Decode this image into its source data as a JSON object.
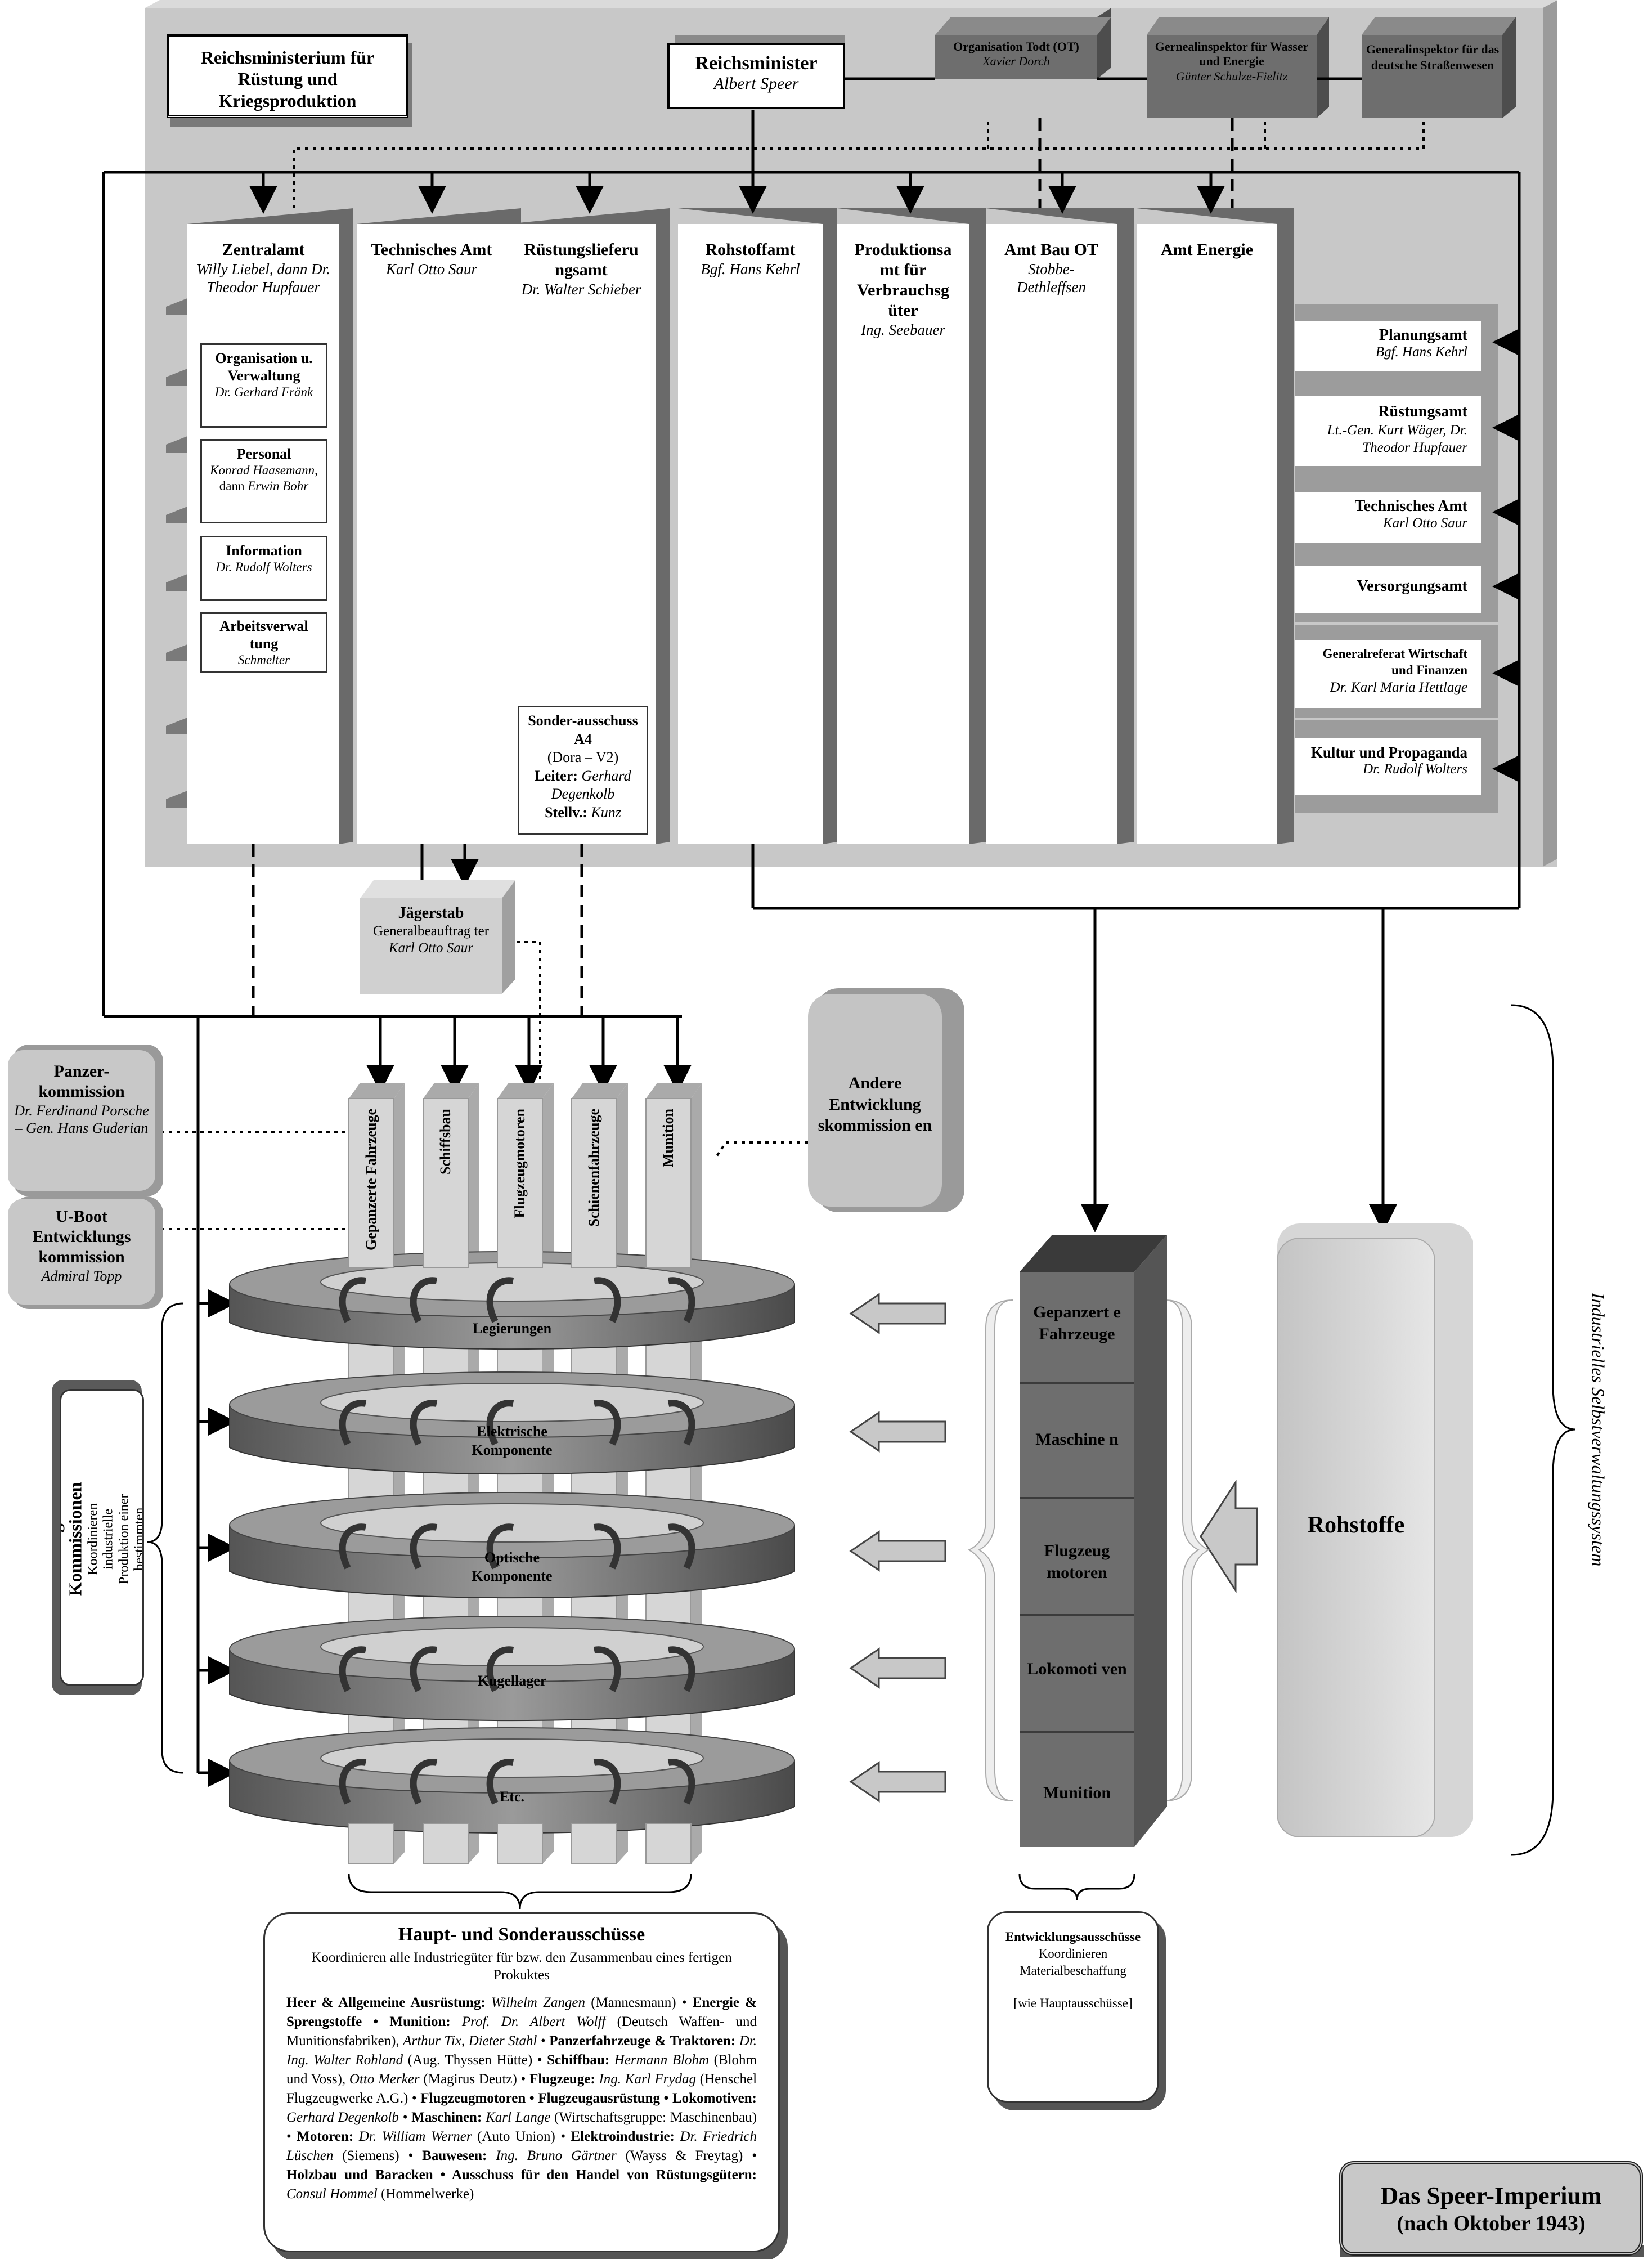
{
  "ministry": {
    "title": "Reichsministerium für Rüstung und Kriegsproduktion",
    "minister_role": "Reichsminister",
    "minister_name": "Albert Speer"
  },
  "top_boxes": [
    {
      "title": "Organisation Todt (OT)",
      "person": "Xavier Dorch"
    },
    {
      "title": "Gernealinspektor für Wasser und Energie",
      "person": "Günter Schulze-Fielitz"
    },
    {
      "title": "Generalinspektor für das deutsche Straßenwesen",
      "person": ""
    }
  ],
  "columns": [
    {
      "title": "Zentralamt",
      "person": "Willy Liebel, dann Dr. Theodor Hupfauer"
    },
    {
      "title": "Technisches Amt",
      "person": "Karl Otto Saur"
    },
    {
      "title": "Rüstungslieferu ngsamt",
      "person": "Dr. Walter Schieber"
    },
    {
      "title": "Rohstoffamt",
      "person": "Bgf. Hans Kehrl"
    },
    {
      "title": "Produktionsa mt für Verbrauchsg üter",
      "person": "Ing. Seebauer"
    },
    {
      "title": "Amt Bau OT",
      "person": "Stobbe-Dethleffsen"
    },
    {
      "title": "Amt Energie",
      "person": ""
    }
  ],
  "zentralamt_sub": [
    {
      "title": "Organisation u. Verwaltung",
      "person": "Dr. Gerhard Fränk"
    },
    {
      "title": "Personal",
      "person": "Konrad Haasemann,",
      "extra_plain": "dann",
      "extra_person": "Erwin Bohr"
    },
    {
      "title": "Information",
      "person": "Dr. Rudolf Wolters"
    },
    {
      "title": "Arbeitsverwal tung",
      "person": "Schmelter"
    }
  ],
  "sonder": {
    "title": "Sonder-ausschuss A4",
    "sub": "(Dora – V2)",
    "leiter_label": "Leiter:",
    "leiter": "Gerhard Degenkolb",
    "stellv_label": "Stellv.:",
    "stellv": "Kunz"
  },
  "right_offices": [
    {
      "title": "Planungsamt",
      "person": "Bgf. Hans Kehrl"
    },
    {
      "title": "Rüstungsamt",
      "person": "Lt.-Gen. Kurt Wäger, Dr. Theodor Hupfauer"
    },
    {
      "title": "Technisches Amt",
      "person": "Karl Otto Saur"
    },
    {
      "title": "Versorgungsamt",
      "person": ""
    },
    {
      "title": "Generalreferat Wirtschaft und Finanzen",
      "person": "Dr. Karl Maria Hettlage"
    },
    {
      "title": "Kultur und Propaganda",
      "person": "Dr. Rudolf Wolters"
    }
  ],
  "jaegerstab": {
    "title": "Jägerstab",
    "sub": "Generalbeauftrag ter",
    "person": "Karl Otto Saur"
  },
  "kommissionen": [
    {
      "title": "Panzer-kommission",
      "person": "Dr. Ferdinand Porsche – Gen. Hans Guderian"
    },
    {
      "title": "U-Boot Entwicklungs kommission",
      "person": "Admiral Topp"
    }
  ],
  "andere": "Andere Entwicklung skommission en",
  "pillars": [
    "Gepanzerte Fahrzeuge",
    "Schiffsbau",
    "Flugzeugmotoren",
    "Schienenfahrzeuge",
    "Munition"
  ],
  "rings": [
    "Legierungen",
    "Elektrische Komponente",
    "Optische Komponente",
    "Kugellager",
    "Etc."
  ],
  "ring_kommissionen": {
    "title": "Ring-Kommissionen",
    "text": "Koordinieren industrielle Produktion einer bestimmten Komponentenart"
  },
  "stack": [
    "Gepanzert e Fahrzeuge",
    "Maschine n",
    "Flugzeug motoren",
    "Lokomoti ven",
    "Munition"
  ],
  "rohstoffe": "Rohstoffe",
  "side_label": "Industrielles Selbstverwaltungssystem",
  "haupt": {
    "title": "Haupt- und Sonderausschüsse",
    "subtitle": "Koordinieren alle Industriegüter für bzw. den Zusammenbau eines fertigen Prokuktes",
    "entries": [
      {
        "label": "Heer & Allgemeine Ausrüstung:",
        "person": "Wilhelm Zangen",
        "plain": "(Mannesmann)"
      },
      {
        "label": "Energie & Sprengstoffe • Munition:",
        "person": "Prof. Dr. Albert Wolff",
        "plain": "(Deutsch Waffen- und Munitionsfabriken),",
        "person2": "Arthur Tix, Dieter Stahl"
      },
      {
        "label": "Panzerfahrzeuge & Traktoren:",
        "person": "Dr. Ing. Walter Rohland",
        "plain": "(Aug. Thyssen Hütte)"
      },
      {
        "label": "Schiffbau:",
        "person": "Hermann Blohm",
        "plain": "(Blohm und Voss),",
        "person2": "Otto Merker",
        "plain2": "(Magirus Deutz)"
      },
      {
        "label": "Flugzeuge:",
        "person": "Ing. Karl Frydag",
        "plain": "(Henschel Flugzeugwerke A.G.)"
      },
      {
        "label": "Flugzeugmotoren • Flugzeugausrüstung • Lokomotiven:",
        "person": "Gerhard Degenkolb"
      },
      {
        "label": "Maschinen:",
        "person": "Karl Lange",
        "plain": "(Wirtschaftsgruppe: Maschinenbau)"
      },
      {
        "label": "Motoren:",
        "person": "Dr. William Werner",
        "plain": "(Auto Union)"
      },
      {
        "label": "Elektroindustrie:",
        "person": "Dr. Friedrich Lüschen",
        "plain": "(Siemens)"
      },
      {
        "label": "Bauwesen:",
        "person": "Ing. Bruno Gärtner",
        "plain": "(Wayss & Freytag)"
      },
      {
        "label": "Holzbau und Baracken • Ausschuss für den Handel von Rüstungsgütern:",
        "person": "Consul Hommel",
        "plain": "(Hommelwerke)"
      }
    ]
  },
  "entw": {
    "title": "Entwicklungsausschüsse",
    "text": "Koordinieren Materialbeschaffung",
    "note": "[wie Hauptausschüsse]"
  },
  "final_title": {
    "line1": "Das Speer-Imperium",
    "line2": "(nach Oktober 1943)"
  },
  "colors": {
    "panel": "#c8c8c8",
    "panel_dark": "#a9a9a9",
    "box_dark": "#6e6e6e",
    "pillar": "#d2d2d2",
    "ring": "#8a8a8a"
  }
}
